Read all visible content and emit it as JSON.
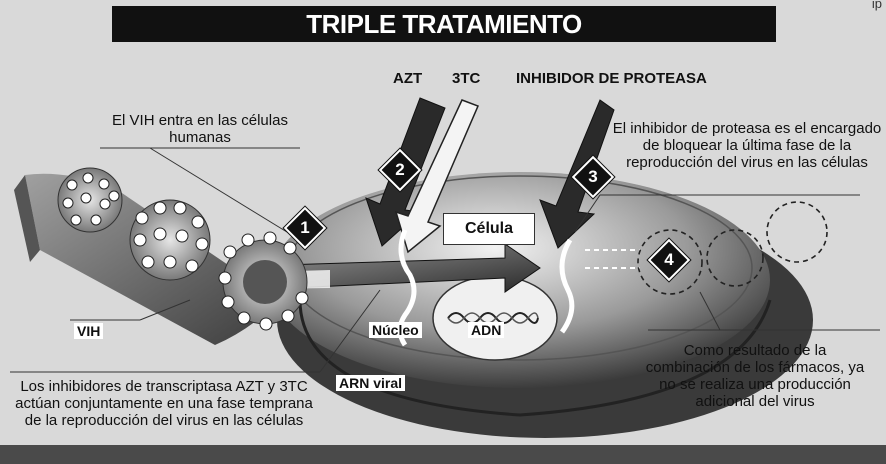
{
  "title": "TRIPLE TRATAMIENTO",
  "corner_text": "ip",
  "drugs": {
    "azt": "AZT",
    "tc3": "3TC",
    "protease": "INHIBIDOR DE PROTEASA"
  },
  "steps": [
    "1",
    "2",
    "3",
    "4"
  ],
  "callouts": {
    "vih_enters": "El VIH entra en las células humanas",
    "protease_inhibitor": "El inhibidor de proteasa es el encargado de bloquear la última fase de la reproducción del virus en las células",
    "transcriptase": "Los inhibidores de transcriptasa AZT y 3TC actúan conjuntamente en una fase temprana de la reproducción del virus en las células",
    "result": "Como resultado de la combinación de los fármacos, ya no se realiza una producción adicional del virus"
  },
  "labels": {
    "cell": "Célula",
    "virus": "VIH",
    "nucleus": "Núcleo",
    "dna": "ADN",
    "viral_rna": "ARN viral"
  },
  "colors": {
    "title_bg": "#111111",
    "background": "#d9d9d9",
    "arrow_dark": "#2a2a2a",
    "arrow_light": "#f4f4f4"
  }
}
